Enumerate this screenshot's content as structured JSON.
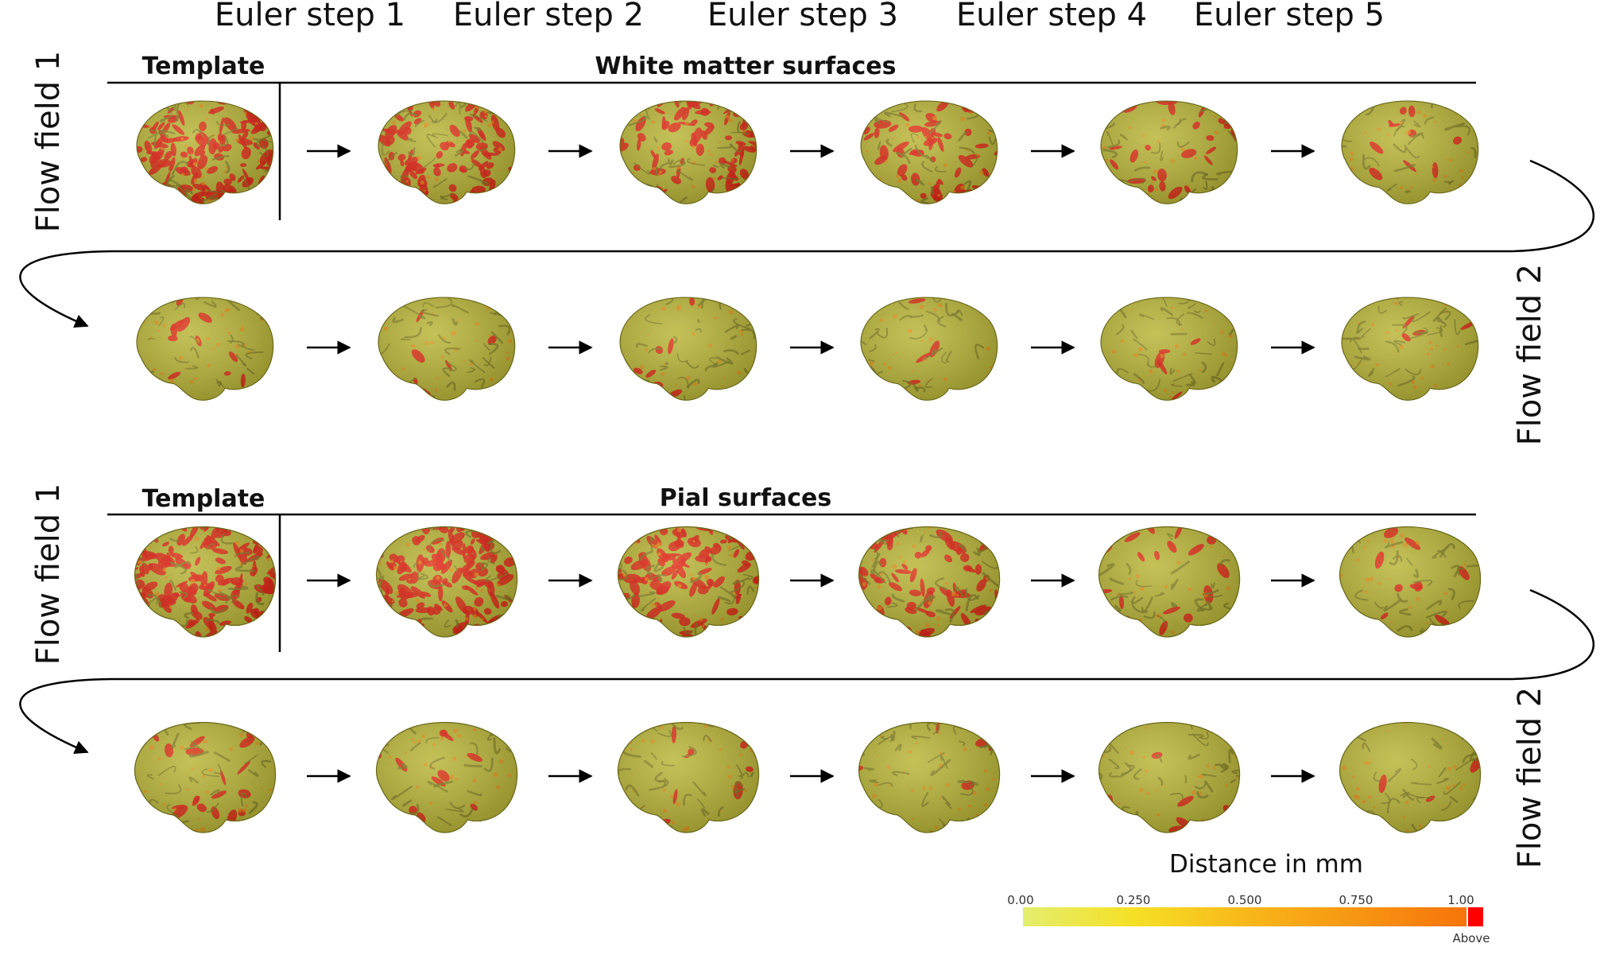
{
  "euler_steps": [
    "Euler step 1",
    "Euler step 2",
    "Euler step 3",
    "Euler step 4",
    "Euler step 5"
  ],
  "white_panel": {
    "template_label": "Template",
    "title": "White matter surfaces",
    "flow_field_1": "Flow field 1",
    "flow_field_2": "Flow field 2",
    "red_fraction_row1": [
      0.55,
      0.45,
      0.38,
      0.26,
      0.12,
      0.05
    ],
    "red_fraction_row2": [
      0.05,
      0.03,
      0.03,
      0.02,
      0.02,
      0.02
    ]
  },
  "pial_panel": {
    "template_label": "Template",
    "title": "Pial surfaces",
    "flow_field_1": "Flow field 1",
    "flow_field_2": "Flow field 2",
    "red_fraction_row1": [
      0.62,
      0.55,
      0.45,
      0.3,
      0.1,
      0.05
    ],
    "red_fraction_row2": [
      0.08,
      0.06,
      0.04,
      0.03,
      0.03,
      0.02
    ]
  },
  "colorbar": {
    "title": "Distance in mm",
    "ticks": [
      "0.00",
      "0.250",
      "0.500",
      "0.750",
      "1.00"
    ],
    "above_label": "Above",
    "colors": {
      "low": "#e4ee6e",
      "mid": "#f8c21c",
      "high": "#f7740c",
      "above": "#ff0000"
    }
  },
  "colors": {
    "brain_base": "#b8b435",
    "brain_fold": "#7c7a1c",
    "brain_red": "#e11d0e"
  }
}
